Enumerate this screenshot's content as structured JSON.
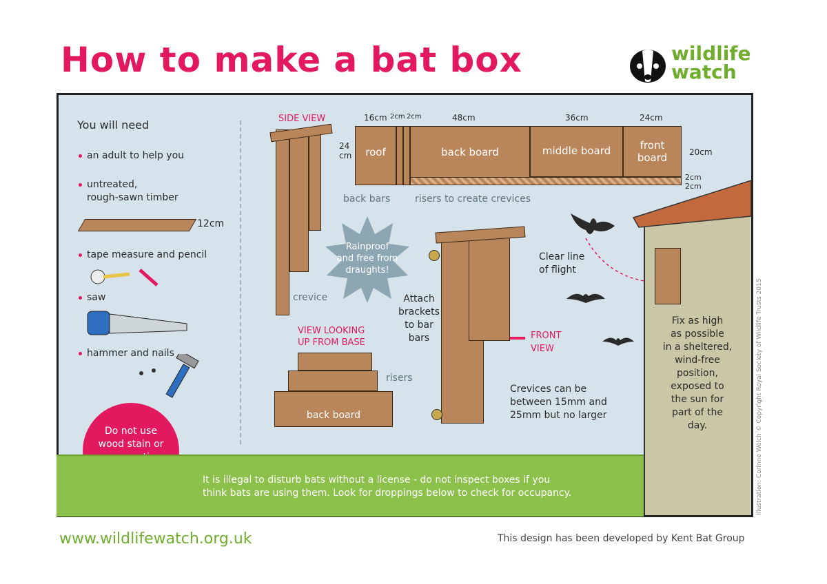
{
  "title": "How to make a bat box",
  "logo": {
    "line1": "wildlife",
    "line2": "watch",
    "icon": "badger-icon"
  },
  "need": {
    "heading": "You will need",
    "items": [
      "an adult to help you",
      "untreated,\nrough-sawn timber",
      "tape measure and pencil",
      "saw",
      "hammer and nails"
    ],
    "timber_thickness": "12cm"
  },
  "cutting": {
    "dims": {
      "roof_w": "16cm",
      "gap1": "2cm",
      "gap2": "2cm",
      "back_w": "48cm",
      "middle_w": "36cm",
      "front_w": "24cm",
      "height": "24\ncm",
      "right_h": "20cm",
      "bottom1": "2cm",
      "bottom2": "2cm"
    },
    "boards": {
      "roof": "roof",
      "back": "back board",
      "middle": "middle board",
      "front": "front\nboard"
    },
    "notes": {
      "back_bars": "back bars",
      "risers": "risers to create crevices"
    }
  },
  "side_view": {
    "label": "SIDE VIEW",
    "crevice": "crevice"
  },
  "badge": "Rainproof\nand free from\ndraughts!",
  "attach": "Attach\nbrackets\nto bar\nbars",
  "base_view": {
    "label": "VIEW LOOKING\nUP FROM BASE",
    "risers": "risers",
    "back_board": "back board"
  },
  "front_view": "FRONT\nVIEW",
  "crevices_note": "Crevices can be\nbetween 15mm and\n25mm but no larger",
  "flight": "Clear line\nof flight",
  "fix": "Fix as high\nas possible\nin a sheltered,\nwind-free\nposition,\nexposed to\nthe sun for\npart of the\nday.",
  "warning": "Do not use\nwood stain or\npreservative\non your box",
  "legal": "It is illegal to disturb bats without a license - do not inspect boxes if you\nthink bats are using them. Look for droppings below to check for occupancy.",
  "footer": {
    "url": "www.wildlifewatch.org.uk",
    "credit": "This design has been developed by Kent Bat Group"
  },
  "illustration_credit": "Illustration: Corinne Welch © Copyright Royal Society of Wildlife Trusts 2015",
  "colors": {
    "pink": "#e2195f",
    "green": "#6fae2c",
    "wood": "#b9855a",
    "sky": "#d7e3ea",
    "grass": "#8bc04a"
  }
}
